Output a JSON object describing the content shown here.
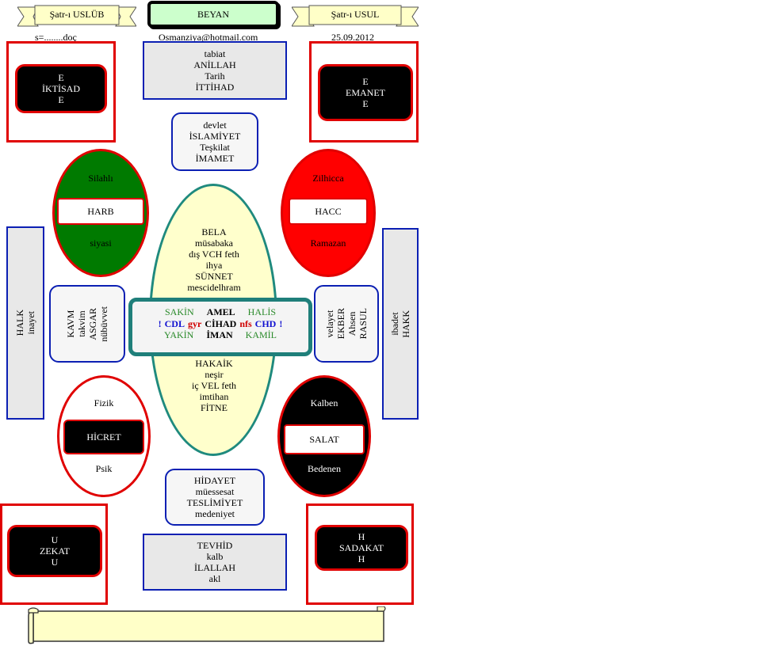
{
  "header": {
    "left_ribbon": "Şatr-ı USLÜB",
    "center_title": "BEYAN",
    "right_ribbon": "Şatr-ı USUL",
    "left_sub": "s=........doç",
    "center_sub": "Osmanziya@hotmail.com",
    "right_sub": "25.09.2012"
  },
  "corners": {
    "top_left": [
      "E",
      "İKTİSAD",
      "E"
    ],
    "top_right": [
      "E",
      "EMANET",
      "E"
    ],
    "bottom_left": [
      "U",
      "ZEKAT",
      "U"
    ],
    "bottom_right": [
      "H",
      "SADAKAT",
      "H"
    ]
  },
  "top_box": [
    "tabiat",
    "ANİLLAH",
    "Tarih",
    "İTTİHAD"
  ],
  "top_mid_box": [
    "devlet",
    "İSLAMİYET",
    "Teşkilat",
    "İMAMET"
  ],
  "bottom_mid_box": [
    "HİDAYET",
    "müessesat",
    "TESLİMİYET",
    "medeniyet"
  ],
  "bottom_box": [
    "TEVHİD",
    "kalb",
    "İLALLAH",
    "akl"
  ],
  "ovals": {
    "harb": {
      "top": "Silahlı",
      "center": "HARB",
      "bottom": "siyasi",
      "color": "#007a00"
    },
    "hacc": {
      "top": "Zilhicca",
      "center": "HACC",
      "bottom": "Ramazan",
      "color": "#ff0000"
    },
    "hicret": {
      "top": "Fizik",
      "center": "HİCRET",
      "bottom": "Psik",
      "color": "#ffffff"
    },
    "salat": {
      "top": "Kalben",
      "center": "SALAT",
      "bottom": "Bedenen",
      "color": "#000000"
    }
  },
  "center_oval": {
    "upper": [
      "BELA",
      "müsabaka",
      "dış VCH feth",
      "ihya",
      "SÜNNET",
      "mescidelhram"
    ],
    "lower": [
      "HAKAİK",
      "neşir",
      "iç VEL feth",
      "imtihan",
      "FİTNE"
    ]
  },
  "center_box": {
    "row1": [
      "SAKİN",
      "AMEL",
      "HALİS"
    ],
    "row2": [
      "!",
      "CDL",
      "gyr",
      "CİHAD",
      "nfs",
      "CHD",
      "!"
    ],
    "row3": [
      "YAKİN",
      "İMAN",
      "KAMİL"
    ]
  },
  "side_bars": {
    "left": [
      "HALK",
      "inayet"
    ],
    "right": [
      "ibadet",
      "HAKK"
    ]
  },
  "side_boxes": {
    "left": [
      "KAVM",
      "takvim",
      "ASGAR",
      "nübüvvet"
    ],
    "right": [
      "velayet",
      "EKBER",
      "Ahsen",
      "RASUL"
    ]
  },
  "colors": {
    "red": "#e00000",
    "blue": "#0b1fb3",
    "teal": "#1f8a7e",
    "green": "#2a8a2a",
    "cream": "#ffffc8",
    "cdl_blue": "#1010d0",
    "gyr_red": "#d00000"
  }
}
